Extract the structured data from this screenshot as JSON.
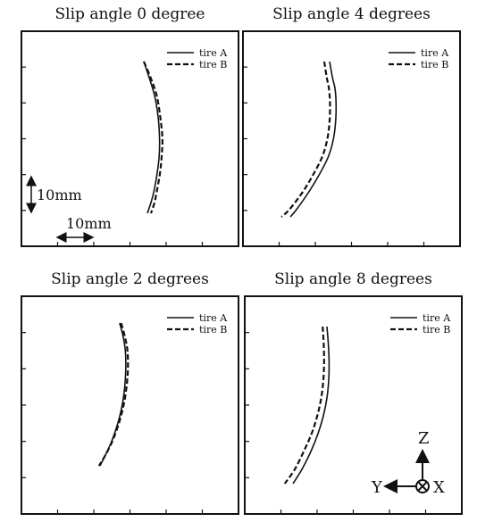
{
  "chart_data": [
    {
      "type": "line",
      "title": "Slip angle 0 degree",
      "series": [
        {
          "name": "tire A",
          "style": "solid",
          "points": [
            [
              0,
              -21.5
            ],
            [
              1.5,
              -17
            ],
            [
              3.0,
              -12
            ],
            [
              4.0,
              -6
            ],
            [
              4.4,
              0
            ],
            [
              4.3,
              5
            ],
            [
              3.7,
              10
            ],
            [
              2.8,
              15
            ],
            [
              2.0,
              18
            ],
            [
              1.0,
              21
            ]
          ]
        },
        {
          "name": "tire B",
          "style": "dashed",
          "points": [
            [
              0,
              -21.5
            ],
            [
              1.9,
              -17
            ],
            [
              3.6,
              -12
            ],
            [
              4.6,
              -6
            ],
            [
              5.2,
              0
            ],
            [
              5.0,
              5
            ],
            [
              4.5,
              10
            ],
            [
              3.6,
              15
            ],
            [
              3.0,
              18
            ],
            [
              2.0,
              21
            ]
          ]
        }
      ]
    },
    {
      "type": "line",
      "title": "Slip angle 4 degrees",
      "series": [
        {
          "name": "tire A",
          "style": "solid",
          "points": [
            [
              -4,
              -21.5
            ],
            [
              -3.2,
              -17
            ],
            [
              -2.5,
              -14
            ],
            [
              -2.2,
              -10
            ],
            [
              -2.3,
              -5
            ],
            [
              -2.9,
              0
            ],
            [
              -4.3,
              5
            ],
            [
              -6.8,
              10
            ],
            [
              -9.8,
              15
            ],
            [
              -13.3,
              20
            ],
            [
              -15,
              22
            ]
          ]
        },
        {
          "name": "tire B",
          "style": "dashed",
          "points": [
            [
              -5.5,
              -21.5
            ],
            [
              -4.8,
              -17
            ],
            [
              -4.2,
              -14
            ],
            [
              -3.9,
              -10
            ],
            [
              -4.0,
              -5
            ],
            [
              -4.6,
              0
            ],
            [
              -6.0,
              5
            ],
            [
              -8.5,
              10
            ],
            [
              -11.5,
              15
            ],
            [
              -15.3,
              20
            ],
            [
              -17.5,
              22
            ]
          ]
        }
      ]
    },
    {
      "type": "line",
      "title": "Slip angle 2 degrees",
      "series": [
        {
          "name": "tire A",
          "style": "solid",
          "points": [
            [
              -4,
              -23
            ],
            [
              -3.0,
              -19
            ],
            [
              -2.4,
              -15
            ],
            [
              -2.3,
              -10
            ],
            [
              -2.6,
              -5
            ],
            [
              -3.3,
              0
            ],
            [
              -4.5,
              5
            ],
            [
              -6.2,
              10
            ],
            [
              -8.0,
              14
            ],
            [
              -9.5,
              17
            ]
          ]
        },
        {
          "name": "tire B",
          "style": "dashed",
          "points": [
            [
              -3.6,
              -23
            ],
            [
              -2.5,
              -19
            ],
            [
              -1.8,
              -15
            ],
            [
              -1.7,
              -10
            ],
            [
              -2.1,
              -5
            ],
            [
              -2.9,
              0
            ],
            [
              -4.2,
              5
            ],
            [
              -6.0,
              10
            ],
            [
              -8.0,
              14
            ],
            [
              -9.8,
              17
            ]
          ]
        }
      ]
    },
    {
      "type": "line",
      "title": "Slip angle 8 degrees",
      "series": [
        {
          "name": "tire A",
          "style": "solid",
          "points": [
            [
              -6,
              -22
            ],
            [
              -5.6,
              -17
            ],
            [
              -5.4,
              -12
            ],
            [
              -5.5,
              -7
            ],
            [
              -6.0,
              -2
            ],
            [
              -7.0,
              3
            ],
            [
              -8.5,
              8
            ],
            [
              -10.5,
              13
            ],
            [
              -13.0,
              18
            ],
            [
              -15.5,
              22
            ]
          ]
        },
        {
          "name": "tire B",
          "style": "dashed",
          "points": [
            [
              -7.2,
              -22
            ],
            [
              -6.9,
              -17
            ],
            [
              -6.8,
              -12
            ],
            [
              -7.0,
              -7
            ],
            [
              -7.6,
              -2
            ],
            [
              -8.7,
              3
            ],
            [
              -10.3,
              8
            ],
            [
              -12.5,
              13
            ],
            [
              -15.0,
              18
            ],
            [
              -17.8,
              22
            ]
          ]
        }
      ]
    }
  ],
  "scale_bar": {
    "vertical": "10mm",
    "horizontal": "10mm"
  },
  "axes_triad": {
    "z": "Z",
    "y": "Y",
    "x": "X"
  },
  "colors": {
    "line": "#111111",
    "frame": "#111111",
    "background": "#ffffff"
  }
}
